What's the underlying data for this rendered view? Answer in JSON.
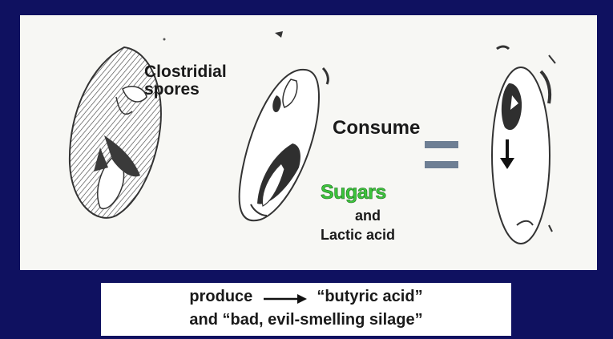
{
  "diagram": {
    "spores_label": "Clostridial\nspores",
    "consume_label": "Consume",
    "sugars_label": "Sugars",
    "and_label": "and",
    "lactic_label": "Lactic acid",
    "equals_symbol": "=",
    "down_arrow_symbol": "↓"
  },
  "caption": {
    "word_produce": "produce",
    "word_butyric": "“butyric acid”",
    "line2": "and “bad, evil-smelling silage”"
  },
  "colors": {
    "background": "#0f1160",
    "panel": "#f7f7f4",
    "sugars": "#3cc43c"
  }
}
